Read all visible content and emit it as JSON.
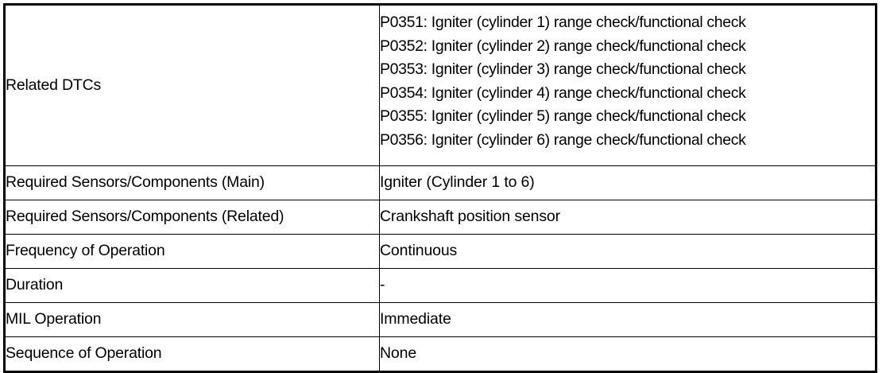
{
  "table": {
    "rows": [
      {
        "label": "Related DTCs",
        "type": "dtc",
        "values": [
          "P0351: Igniter (cylinder 1) range check/functional check",
          "P0352: Igniter (cylinder 2) range check/functional check",
          "P0353: Igniter (cylinder 3) range check/functional check",
          "P0354: Igniter (cylinder 4) range check/functional check",
          "P0355: Igniter (cylinder 5) range check/functional check",
          "P0356: Igniter (cylinder 6) range check/functional check"
        ]
      },
      {
        "label": "Required Sensors/Components (Main)",
        "type": "single",
        "value": "Igniter (Cylinder 1 to 6)"
      },
      {
        "label": "Required Sensors/Components (Related)",
        "type": "single",
        "value": "Crankshaft position sensor"
      },
      {
        "label": "Frequency of Operation",
        "type": "single",
        "value": "Continuous"
      },
      {
        "label": "Duration",
        "type": "single",
        "value": "-"
      },
      {
        "label": "MIL Operation",
        "type": "single",
        "value": "Immediate"
      },
      {
        "label": "Sequence of Operation",
        "type": "single",
        "value": "None"
      }
    ]
  },
  "colors": {
    "border": "#000000",
    "text": "#000000",
    "background": "#ffffff"
  }
}
